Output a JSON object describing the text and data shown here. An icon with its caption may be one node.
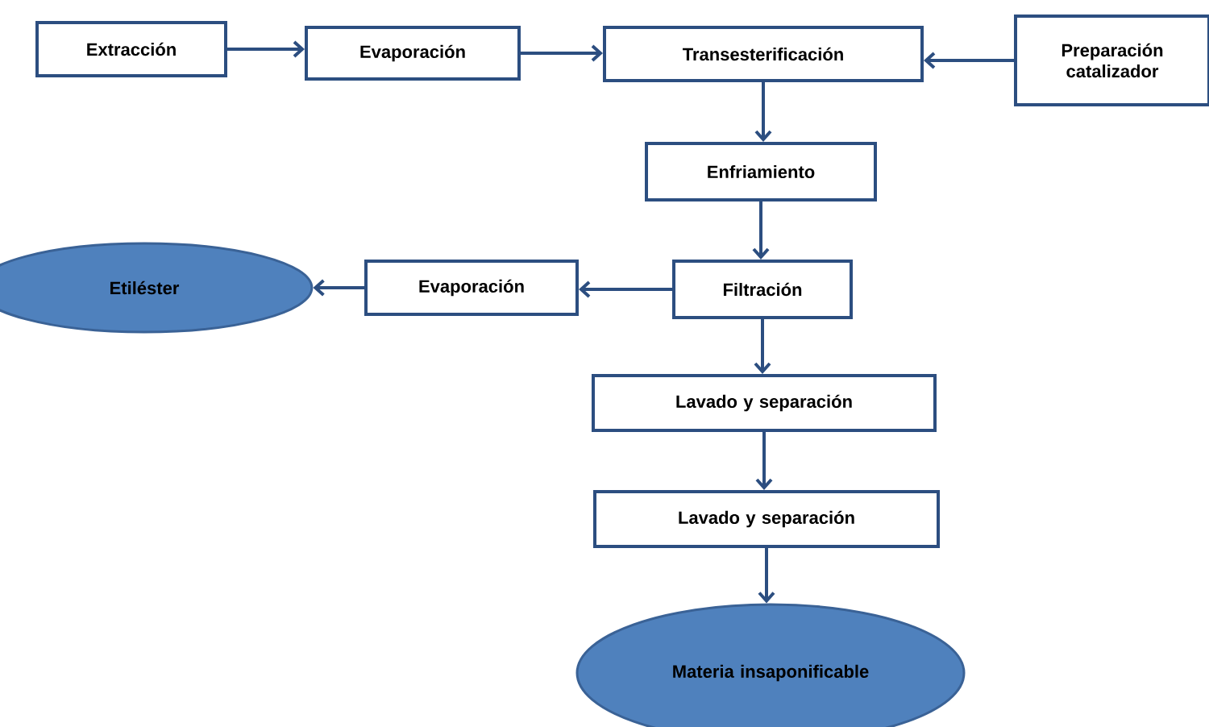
{
  "diagram": {
    "nodes": [
      {
        "text": [
          "Extracción"
        ]
      },
      {
        "text": [
          "Evaporación"
        ]
      },
      {
        "text": [
          "Transesterificación"
        ]
      },
      {
        "text": [
          "Preparación catalizador"
        ]
      },
      {
        "text": [
          "Enfriamiento"
        ]
      },
      {
        "text": [
          "Etiléster"
        ]
      },
      {
        "text": [
          "Evaporación"
        ]
      },
      {
        "text": [
          "Filtración"
        ]
      },
      {
        "text": [
          "Lavado y separación"
        ]
      },
      {
        "text": [
          "Lavado y separación"
        ]
      },
      {
        "text": [
          "Materia insaponificable"
        ]
      }
    ],
    "edges": [
      {
        "from": 0,
        "to": 1,
        "arrow": "to"
      },
      {
        "from": 1,
        "to": 2,
        "arrow": "to"
      },
      {
        "from": 3,
        "to": 2,
        "arrow": "to"
      },
      {
        "from": 2,
        "to": 4,
        "arrow": "to"
      },
      {
        "from": 4,
        "to": 7,
        "arrow": "to"
      },
      {
        "from": 7,
        "to": 6,
        "arrow": "to"
      },
      {
        "from": 6,
        "to": 5,
        "arrow": "to"
      },
      {
        "from": 7,
        "to": 8,
        "arrow": "to"
      },
      {
        "from": 8,
        "to": 9,
        "arrow": "to"
      },
      {
        "from": 9,
        "to": 10,
        "arrow": "to"
      }
    ]
  }
}
